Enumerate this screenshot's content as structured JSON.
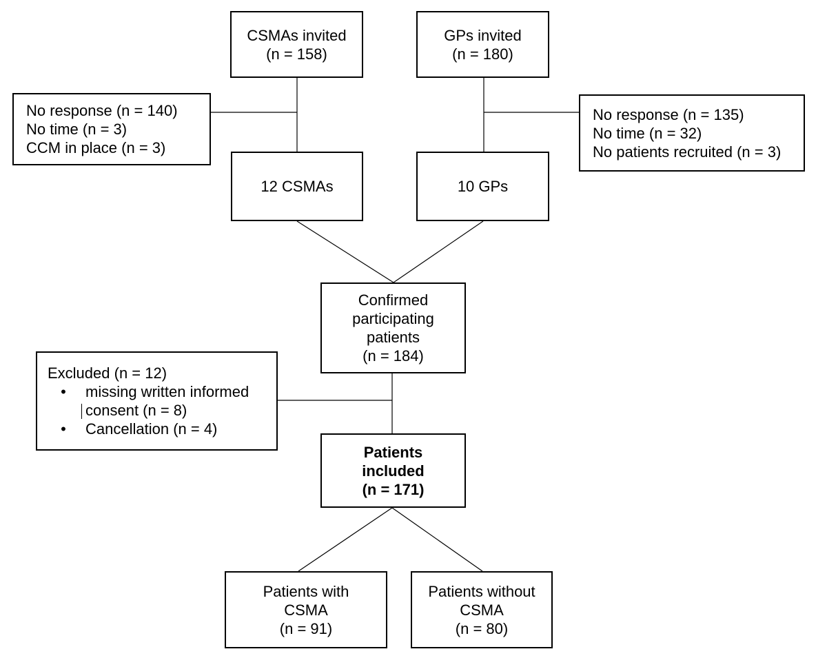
{
  "flowchart": {
    "csma_invited": {
      "line1": "CSMAs invited",
      "line2": "(n = 158)"
    },
    "gp_invited": {
      "line1": "GPs invited",
      "line2": "(n = 180)"
    },
    "csma_exclusions": {
      "line1": "No response (n = 140)",
      "line2": "No time (n = 3)",
      "line3": "CCM in place (n = 3)"
    },
    "gp_exclusions": {
      "line1": "No response (n = 135)",
      "line2": "No time (n = 32)",
      "line3": "No patients recruited (n = 3)"
    },
    "csma_count": {
      "label": "12 CSMAs"
    },
    "gp_count": {
      "label": "10 GPs"
    },
    "confirmed": {
      "line1": "Confirmed",
      "line2": "participating",
      "line3": "patients",
      "line4": "(n = 184)"
    },
    "excluded": {
      "title": "Excluded (n = 12)",
      "items": [
        {
          "bullet": "•",
          "text": "missing written informed\nconsent (n = 8)"
        },
        {
          "bullet": "•",
          "text": "Cancellation (n = 4)"
        }
      ]
    },
    "included": {
      "line1": "Patients",
      "line2": "included",
      "line3": "(n = 171)"
    },
    "with_csma": {
      "line1": "Patients with",
      "line2": "CSMA",
      "line3": "(n = 91)"
    },
    "without_csma": {
      "line1": "Patients without",
      "line2": "CSMA",
      "line3": "(n = 80)"
    }
  }
}
